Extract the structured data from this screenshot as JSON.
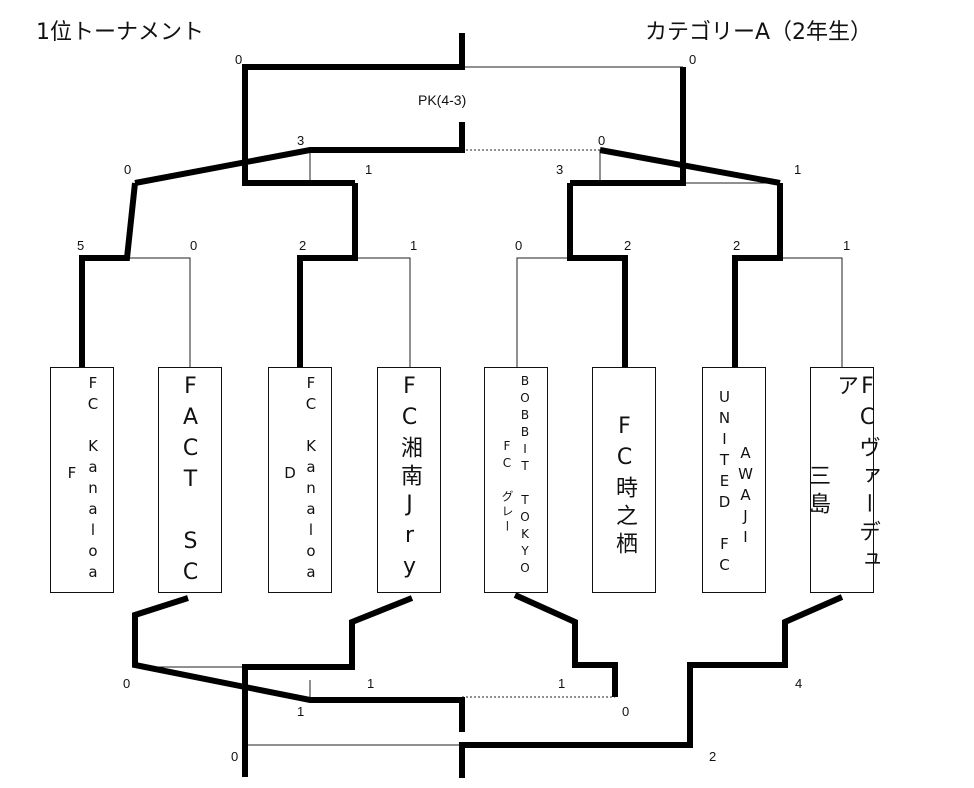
{
  "header": {
    "title_left": "1位トーナメント",
    "title_right": "カテゴリーA（2年生）"
  },
  "final_note": "PK(4-3)",
  "teams": [
    {
      "main": "FC Kanaloa",
      "sub": "F"
    },
    {
      "main": "FACT SC",
      "sub": ""
    },
    {
      "main": "FC Kanaloa",
      "sub": "D"
    },
    {
      "main": "FC湘南Jry",
      "sub": ""
    },
    {
      "main": "BOBBIT TOKYO",
      "sub": "FC グレー"
    },
    {
      "main": "FC時之栖",
      "sub": ""
    },
    {
      "main": "AWAJI",
      "sub": "UNITED FC"
    },
    {
      "main": "FCヴァーデュア",
      "sub": "三島"
    }
  ],
  "scores_top": {
    "round1": [
      "5",
      "0",
      "2",
      "1",
      "0",
      "2",
      "2",
      "1"
    ],
    "semi": [
      "0",
      "1",
      "3",
      "1"
    ],
    "semi_inner": [
      "3",
      "0"
    ],
    "final": [
      "0",
      "0"
    ]
  },
  "scores_bottom": {
    "round1": [
      "0",
      "1",
      "1",
      "4"
    ],
    "inner": [
      "1",
      "0"
    ],
    "final": [
      "0",
      "2"
    ]
  }
}
